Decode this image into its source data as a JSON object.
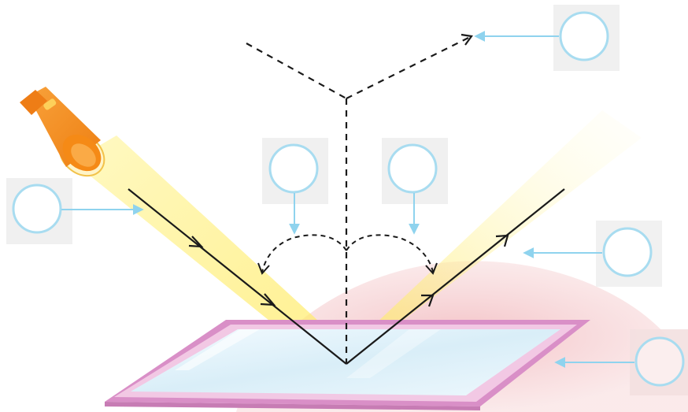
{
  "diagram": {
    "subject": "reflection-of-light",
    "labels": [
      {
        "id": "incident-ray-label",
        "text": ""
      },
      {
        "id": "angle-of-incidence-label",
        "text": ""
      },
      {
        "id": "angle-of-reflection-label",
        "text": ""
      },
      {
        "id": "reflected-ray-label",
        "text": ""
      },
      {
        "id": "normal-label",
        "text": ""
      },
      {
        "id": "mirror-label",
        "text": ""
      }
    ],
    "colors": {
      "ray": "#1a1a1a",
      "light_beam": "#fff27a",
      "label_circle_stroke": "#a8dcf0",
      "label_connector": "#8fd3ee",
      "label_tile": "#f0f0f0",
      "flashlight": "#f7941d",
      "mirror_frame": "#d98fc7",
      "mirror_glass": "#e6f4fb",
      "background_arc": "#f6d2d4"
    },
    "icons": [
      "flashlight-icon",
      "mirror-icon"
    ]
  }
}
